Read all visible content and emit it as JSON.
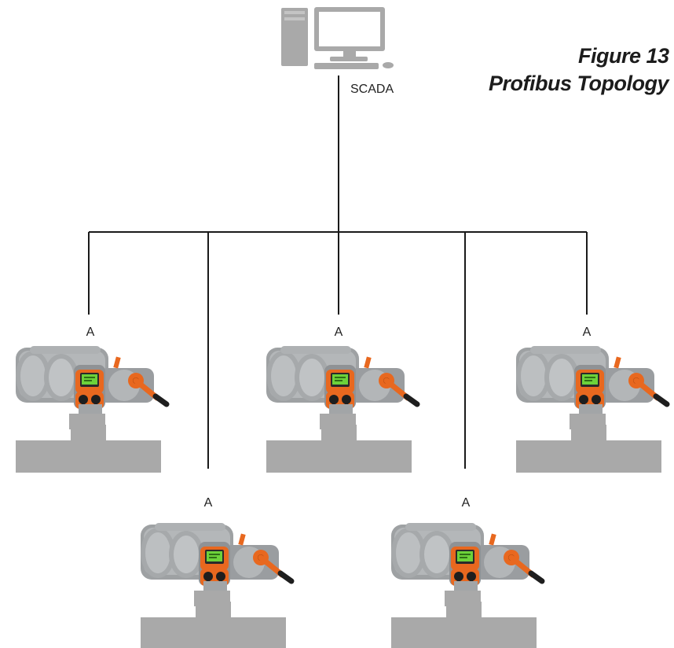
{
  "figure": {
    "title_line1": "Figure 13",
    "title_line2": "Profibus Topology"
  },
  "master": {
    "label": "SCADA",
    "icon": "computer-icon"
  },
  "nodes": [
    {
      "label": "A",
      "icon": "actuator-icon"
    },
    {
      "label": "A",
      "icon": "actuator-icon"
    },
    {
      "label": "A",
      "icon": "actuator-icon"
    },
    {
      "label": "A",
      "icon": "actuator-icon"
    },
    {
      "label": "A",
      "icon": "actuator-icon"
    }
  ],
  "colors": {
    "line": "#1a1a1a",
    "computer": "#a9a9a9",
    "actuator_body": "#a3a6a8",
    "actuator_accent": "#e8681f",
    "pipe": "#a9a9a9",
    "display": "#6cd23a"
  }
}
